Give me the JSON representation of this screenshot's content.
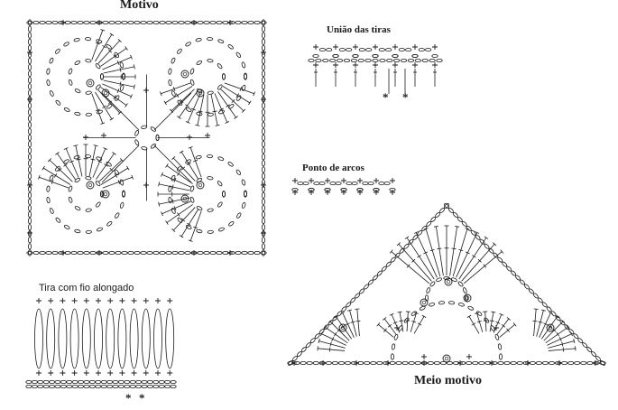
{
  "titles": {
    "motivo": "Motivo",
    "uniao_das_tiras": "União das tiras",
    "ponto_de_arcos": "Ponto de arcos",
    "tira_com_fio_alongado": "Tira com fio alongado",
    "meio_motivo": "Meio motivo"
  },
  "markers": {
    "star": "*"
  },
  "colors": {
    "ink": "#1a1a1a",
    "paper": "#ffffff"
  }
}
